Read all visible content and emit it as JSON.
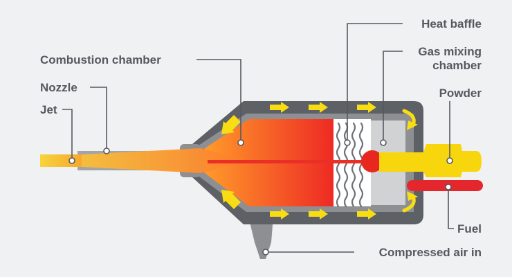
{
  "labels": {
    "combustion_chamber": "Combustion chamber",
    "nozzle": "Nozzle",
    "jet": "Jet",
    "heat_baffle": "Heat baffle",
    "gas_mixing_line1": "Gas mixing",
    "gas_mixing_line2": "chamber",
    "powder": "Powder",
    "fuel": "Fuel",
    "compressed_air": "Compressed air in"
  },
  "colors": {
    "background": "#eff1f2",
    "label_text": "#55595e",
    "leader_line": "#55595e",
    "outer_shell": "#5d6064",
    "inner_shell": "#8d8f93",
    "nozzle_body": "#a2a4a7",
    "flame_start": "#ff9a2a",
    "flame_end": "#ee2a24",
    "jet": "#f6d64e",
    "powder": "#f8d60e",
    "fuel": "#e4262d",
    "air_arrow": "#f8dc14",
    "baffle_wave": "#6f7378",
    "baffle_fill": "#ffffff"
  }
}
